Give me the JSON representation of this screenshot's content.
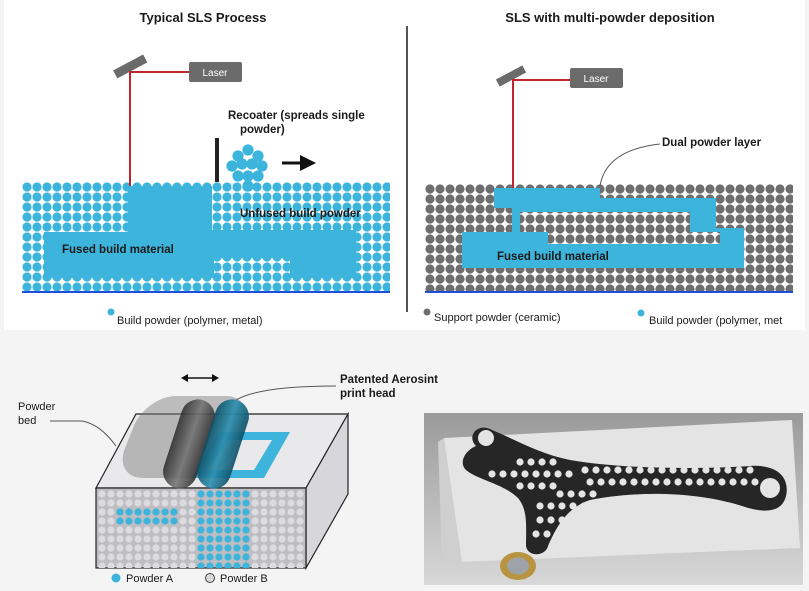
{
  "panel_left": {
    "title": "Typical SLS Process",
    "laser_label": "Laser",
    "recoater_label_1": "Recoater (spreads single",
    "recoater_label_2": "powder)",
    "unfused_label": "Unfused build powder",
    "fused_label": "Fused build material",
    "legend_build": "Build powder (polymer, metal)"
  },
  "panel_right": {
    "title": "SLS with multi-powder deposition",
    "laser_label": "Laser",
    "dual_label": "Dual powder layer",
    "fused_label": "Fused build material",
    "legend_support": "Support powder (ceramic)",
    "legend_build": "Build powder (polymer, met"
  },
  "panel_bottom": {
    "printhead_label_1": "Patented Aerosint",
    "printhead_label_2": "print head",
    "bed_label_1": "Powder",
    "bed_label_2": "bed",
    "legend_a": "Powder A",
    "legend_b": "Powder B"
  },
  "photo": {
    "description_icon": "printed-part-photo"
  },
  "colors": {
    "build_powder": "#3cb4dc",
    "support_powder": "#6e6e6e",
    "laser_beam": "#c0262d",
    "base_line": "#1f4fd8",
    "laser_box": "#6b6b6b"
  }
}
